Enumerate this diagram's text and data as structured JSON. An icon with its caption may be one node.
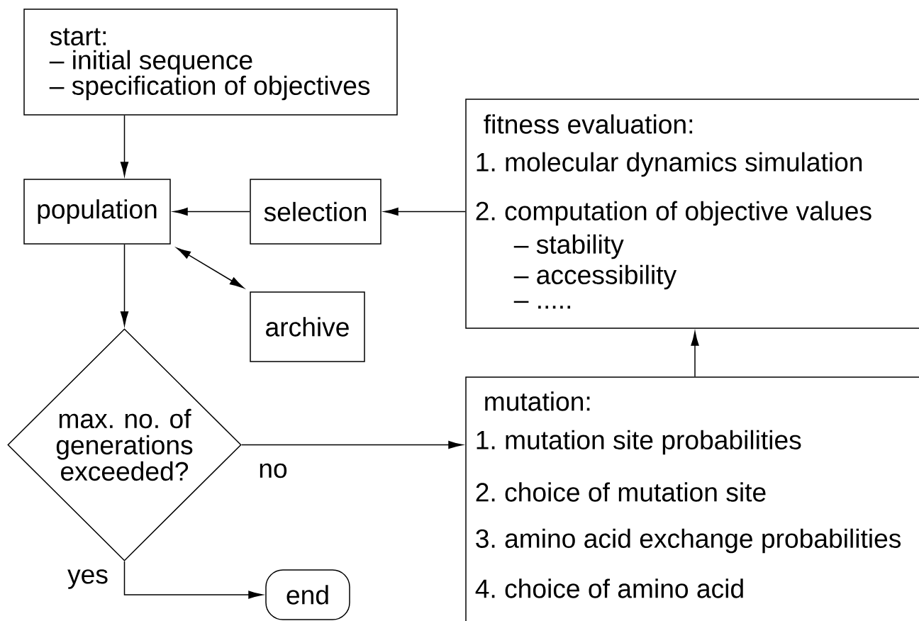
{
  "diagram": {
    "nodes": [
      {
        "text": [
          "start:",
          "– initial sequence",
          "– specification of objectives"
        ]
      },
      {
        "text": [
          "population"
        ]
      },
      {
        "text": [
          "selection"
        ]
      },
      {
        "text": [
          "fitness evaluation:",
          "1. molecular dynamics simulation",
          "2. computation of objective values",
          "– stability",
          "– accessibility",
          "– ....."
        ]
      },
      {
        "text": [
          "archive"
        ]
      },
      {
        "text": [
          "max. no. of generations exceeded?"
        ]
      },
      {
        "text": [
          "mutation:",
          "1. mutation site probabilities",
          "2. choice of mutation site",
          "3. amino acid exchange probabilities",
          "4. choice of amino acid"
        ]
      },
      {
        "text": [
          "end"
        ]
      }
    ],
    "edges": [
      {
        "from": 0,
        "to": 1,
        "arrow": "to"
      },
      {
        "from": 2,
        "to": 1,
        "arrow": "to"
      },
      {
        "from": 3,
        "to": 2,
        "arrow": "to"
      },
      {
        "from": 1,
        "to": 4,
        "arrow": "both"
      },
      {
        "from": 1,
        "to": 5,
        "arrow": "to"
      },
      {
        "from": 5,
        "to": 6,
        "arrow": "to",
        "label": "no"
      },
      {
        "from": 6,
        "to": 3,
        "arrow": "to"
      },
      {
        "from": 5,
        "to": 7,
        "arrow": "to",
        "label": "yes"
      }
    ]
  }
}
